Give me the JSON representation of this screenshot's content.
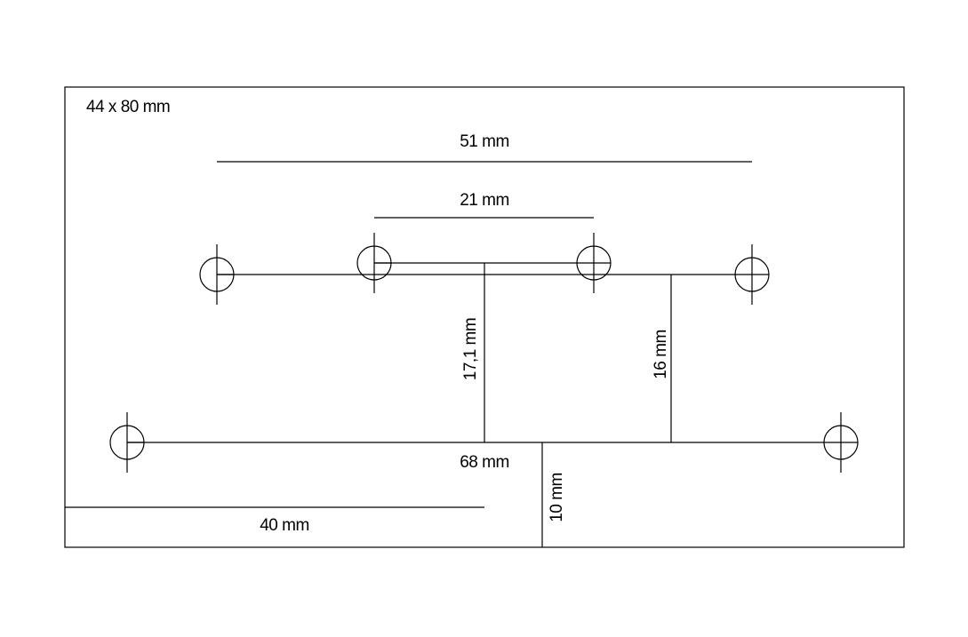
{
  "colors": {
    "line": "#000000",
    "background": "#ffffff"
  },
  "labels": {
    "plate_size": "44 x 80 mm",
    "top_span": "51 mm",
    "inner_span": "21 mm",
    "vertical_left": "17,1 mm",
    "vertical_right": "16 mm",
    "bottom_span": "68 mm",
    "bottom_offset": "10 mm",
    "left_offset": "40 mm"
  },
  "holes": [
    {
      "name": "hole-top-outer-left"
    },
    {
      "name": "hole-top-inner-left"
    },
    {
      "name": "hole-top-inner-right"
    },
    {
      "name": "hole-top-outer-right"
    },
    {
      "name": "hole-bottom-left"
    },
    {
      "name": "hole-bottom-right"
    }
  ]
}
